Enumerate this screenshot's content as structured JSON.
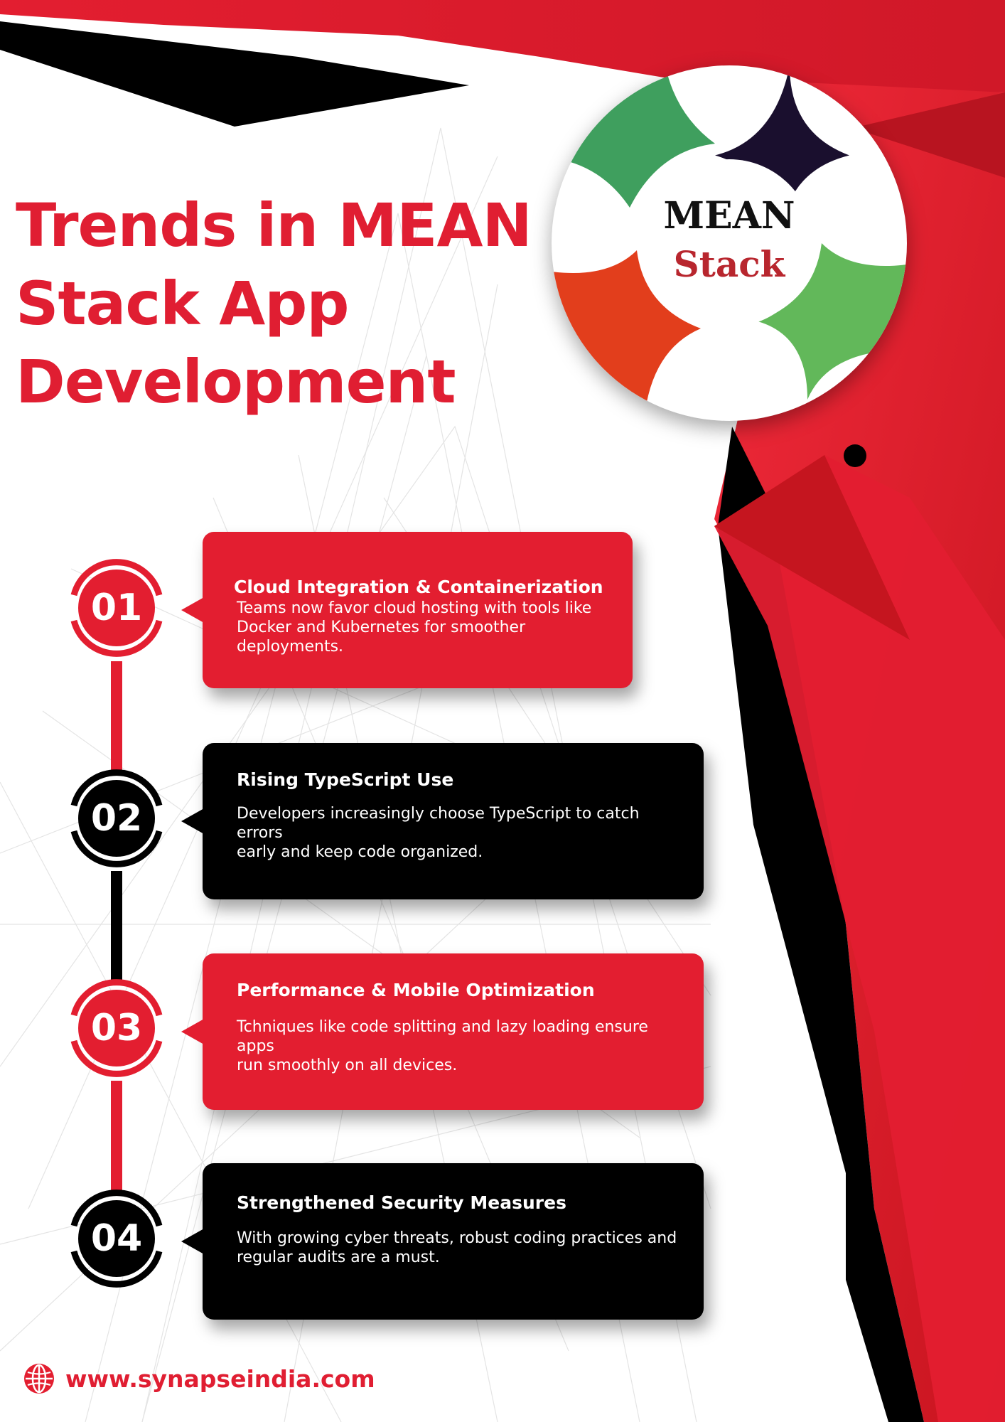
{
  "title": {
    "line1": "Trends in MEAN",
    "line2": "Stack App",
    "line3": "Development"
  },
  "logo": {
    "word1": "MEAN",
    "word2": "Stack",
    "colors": {
      "green": "#3f9f5e",
      "navy": "#1a0f2e",
      "orange": "#e23e1c",
      "light_green": "#62b85a"
    }
  },
  "colors": {
    "brand_red": "#e31e30",
    "black": "#000000",
    "white": "#ffffff"
  },
  "items": [
    {
      "number": "01",
      "heading": "Cloud Integration & Containerization",
      "body_lines": [
        "Teams now favor cloud hosting with tools like",
        "Docker and Kubernetes for smoother",
        "deployments."
      ],
      "theme": "red"
    },
    {
      "number": "02",
      "heading": "Rising TypeScript Use",
      "body_lines": [
        "Developers increasingly choose TypeScript to catch errors",
        "early and keep code organized."
      ],
      "theme": "black"
    },
    {
      "number": "03",
      "heading": "Performance & Mobile Optimization",
      "body_lines": [
        "Tchniques like code splitting and lazy loading ensure apps",
        "run smoothly on all devices."
      ],
      "theme": "red"
    },
    {
      "number": "04",
      "heading": "Strengthened Security Measures",
      "body_lines": [
        "With growing cyber threats, robust coding practices and",
        "regular audits are a must."
      ],
      "theme": "black"
    }
  ],
  "footer": {
    "icon": "globe-icon",
    "url": "www.synapseindia.com"
  }
}
